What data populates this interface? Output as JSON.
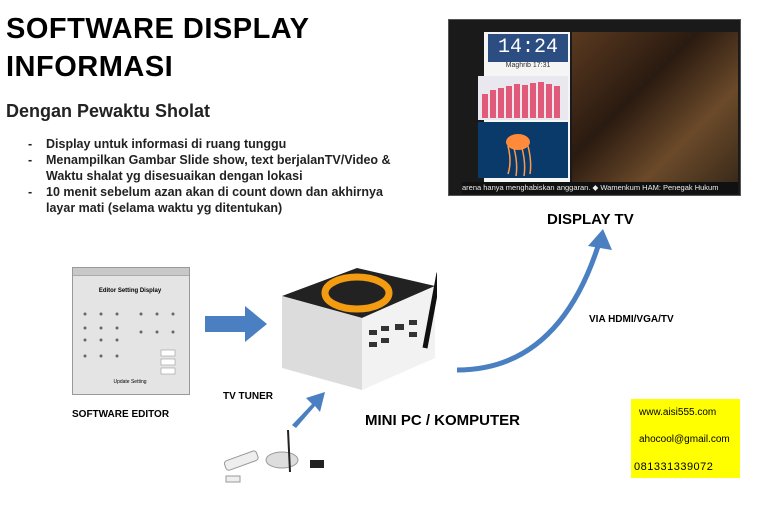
{
  "title": "SOFTWARE DISPLAY INFORMASI",
  "subtitle": "Dengan Pewaktu Sholat",
  "bullets": [
    "Display untuk informasi di ruang tunggu",
    "Menampilkan Gambar Slide show, text berjalanTV/Video & Waktu shalat yg disesuaikan dengan lokasi",
    "10 menit sebelum azan akan di count down dan akhirnya layar mati (selama waktu yg ditentukan)"
  ],
  "tv": {
    "clock": "14:24",
    "city": "Maghrib 17:31",
    "ticker": "arena hanya menghabiskan anggaran.   ◆  Wamenkum HAM: Penegak Hukum"
  },
  "labels": {
    "display_tv": "DISPLAY TV",
    "via": "VIA HDMI/VGA/TV",
    "software_editor": "SOFTWARE EDITOR",
    "tv_tuner": "TV TUNER",
    "mini_pc": "MINI PC / KOMPUTER"
  },
  "editor": {
    "title": "Editor Setting Display",
    "footer": "Update Setting"
  },
  "contact": {
    "web": "www.aisi555.com",
    "email": "ahocool@gmail.com",
    "phone": "081331339072"
  },
  "colors": {
    "arrow_blue": "#4a7fc1",
    "highlight": "#ffff00",
    "pc_ring": "#f39c12"
  }
}
